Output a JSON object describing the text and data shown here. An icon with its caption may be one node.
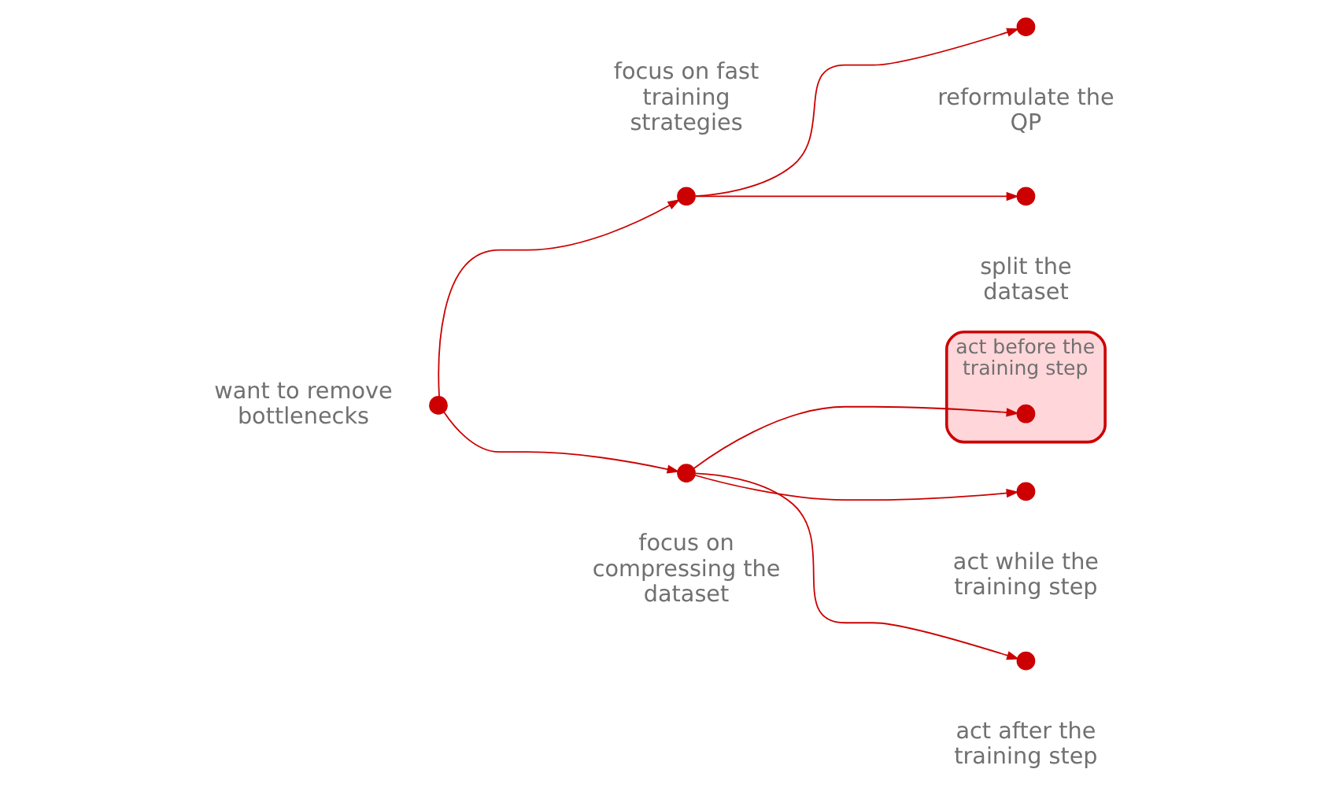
{
  "diagram": {
    "nodes": [
      {
        "text": [],
        "shape": "circle",
        "beside": [
          "want to remove bottlenecks"
        ]
      },
      {
        "text": [],
        "shape": "circle",
        "beside": [
          "focus on fast training strategies"
        ]
      },
      {
        "text": [],
        "shape": "circle",
        "beside": [
          "reformulate the QP"
        ]
      },
      {
        "text": [],
        "shape": "circle",
        "beside": [
          "split the dataset"
        ]
      },
      {
        "text": [
          "act before the training step"
        ]
      },
      {
        "text": [],
        "shape": "circle",
        "in": 4
      },
      {
        "text": [],
        "shape": "circle",
        "beside": [
          "focus on compressing the dataset"
        ]
      },
      {
        "text": [],
        "shape": "circle",
        "beside": [
          "act while the training step"
        ]
      },
      {
        "text": [],
        "shape": "circle",
        "beside": [
          "act after the training step"
        ]
      }
    ],
    "edges": [
      {
        "from": 0,
        "to": 1,
        "arrow": "to",
        "color": "#cc0000"
      },
      {
        "from": 0,
        "to": 6,
        "arrow": "to",
        "color": "#cc0000"
      },
      {
        "from": 1,
        "to": 2,
        "arrow": "to",
        "color": "#cc0000"
      },
      {
        "from": 1,
        "to": 3,
        "arrow": "to",
        "color": "#cc0000"
      },
      {
        "from": 6,
        "to": 5,
        "arrow": "to",
        "color": "#cc0000"
      },
      {
        "from": 6,
        "to": 7,
        "arrow": "to",
        "color": "#cc0000"
      },
      {
        "from": 6,
        "to": 8,
        "arrow": "to",
        "color": "#cc0000"
      }
    ]
  }
}
